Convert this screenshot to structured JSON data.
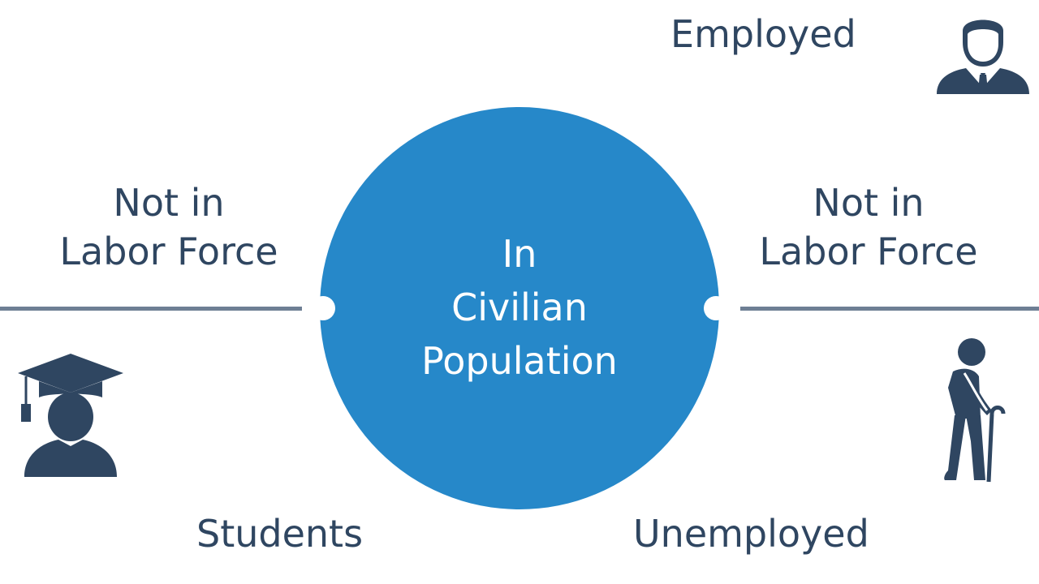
{
  "diagram": {
    "center": {
      "line1": "In",
      "line2": "Civilian",
      "line3": "Population"
    },
    "left_label": {
      "line1": "Not in",
      "line2": "Labor Force"
    },
    "right_label": {
      "line1": "Not in",
      "line2": "Labor Force"
    },
    "top_right_label": "Employed",
    "bottom_left_label": "Students",
    "bottom_right_label": "Unemployed"
  },
  "icons": {
    "top_right": "businessman-icon",
    "bottom_left": "graduate-icon",
    "bottom_right": "elderly-person-cane-icon"
  },
  "colors": {
    "circle": "#2688c9",
    "text": "#2f4661",
    "line": "#6e7f94",
    "icon": "#2f4661"
  }
}
